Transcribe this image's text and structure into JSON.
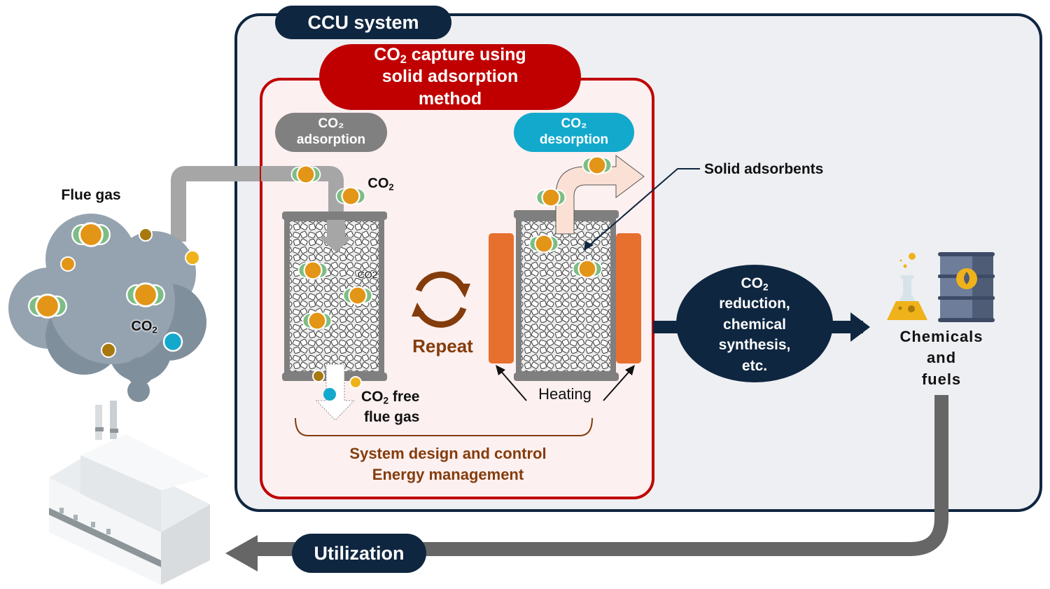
{
  "diagram": {
    "ccu_system": {
      "title": "CCU system"
    },
    "capture_box": {
      "title_prefix": "CO",
      "title_sub": "2",
      "title_line1_rest": " capture using",
      "title_line2": "solid adsorption",
      "title_line3": "method"
    },
    "adsorption_badge": {
      "line1": "CO₂",
      "line2": "adsorption"
    },
    "desorption_badge": {
      "line1": "CO₂",
      "line2": "desorption"
    },
    "flue_gas_label": "Flue gas",
    "cloud_co2_label": {
      "main": "CO",
      "sub": "2"
    },
    "inlet_co2_label": {
      "main": "CO",
      "sub": "2"
    },
    "column_co2_label": "CO2",
    "repeat_label": "Repeat",
    "co2_free_label": {
      "main": "CO",
      "sub": "2",
      "rest": " free",
      "line2": "flue gas"
    },
    "heating_label": "Heating",
    "solid_adsorbents_label": "Solid adsorbents",
    "system_design_label": {
      "line1": "System design and control",
      "line2": "Energy management"
    },
    "reduction_node": {
      "main": "CO",
      "sub": "2",
      "line2": "reduction,",
      "line3": "chemical",
      "line4": "synthesis,",
      "line5": "etc."
    },
    "products_label": {
      "line1": "Chemicals",
      "line2": "and",
      "line3": "fuels"
    },
    "utilization_label": "Utilization",
    "icons": [
      "cloud-icon",
      "factory-icon",
      "co2-molecule-icon",
      "repeat-cycle-icon",
      "flask-icon",
      "oil-barrel-icon",
      "heater-icon",
      "adsorption-column-icon"
    ],
    "colors": {
      "navy": "#0f2640",
      "ccu_bg": "#eeeff2",
      "red": "#c00000",
      "capture_bg": "#fdf0f0",
      "gray_badge": "#808080",
      "cyan_badge": "#13a9cd",
      "brown": "#843c0c",
      "orange_heater": "#e8702f",
      "molecule_orange": "#e39517",
      "molecule_green": "#7dbd85",
      "pipe_gray": "#a6a6a6",
      "return_gray": "#666666",
      "cloud": "#95a3b0"
    }
  }
}
